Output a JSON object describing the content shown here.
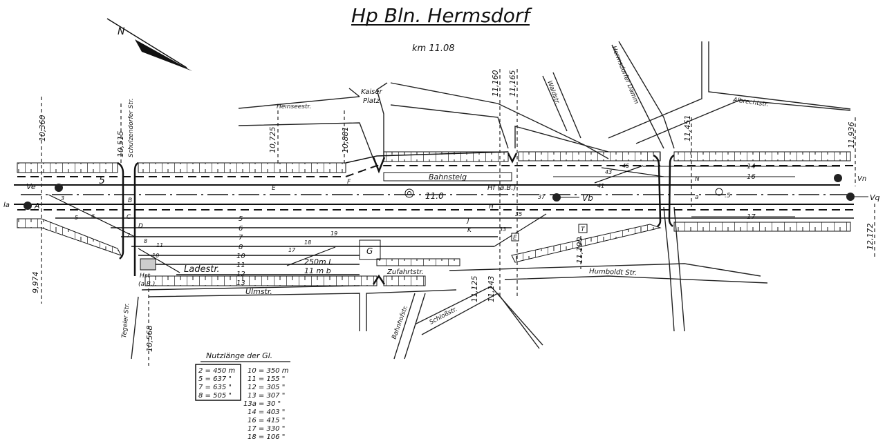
{
  "title": "Hp Bln. Hermsdorf",
  "km_label": "km 11.08",
  "north_arrow": "N",
  "streets": {
    "heinsee": "Heinseestr.",
    "kaiser": "Kaiser",
    "platz": "Platz",
    "waldstr": "Waldstr.",
    "hermsdorfer_damm": "Hermsdorfer Damm",
    "albrecht": "Albrechtstr.",
    "schulzendorfer": "Schulzendorfer Str.",
    "tegeler": "Tegeler Str.",
    "ulm": "Ulmstr.",
    "lade": "Ladestr.",
    "zufahrt": "Zufahrtstr.",
    "bahnhof": "Bahnhofstr.",
    "schloss": "Schloßstr.",
    "humboldt": "Humboldt Str."
  },
  "km_marks": {
    "k10360": "10,360",
    "k10515": "10,515",
    "k9974": "9,974",
    "k10568": "10,568",
    "k10725": "10,725",
    "k10881": "10,881",
    "k11160": "11,160",
    "k11165": "11,165",
    "k11125": "11,125",
    "k11143": "11,143",
    "k11190": "11,190",
    "k11451": "11,451",
    "k11936": "11,936",
    "k12172": "12,172"
  },
  "platform": "Bahnsteig",
  "station_km": "11.0",
  "hst": "Hst",
  "hst_sub": "(a.B.)",
  "hf": "Hf (a.B.)",
  "goods_shed": "G",
  "loading_road": {
    "length": "250m  L",
    "width": "11 m  b"
  },
  "signals": {
    "ve": "Ve",
    "a": "A",
    "vb": "Vb",
    "vn": "Vn",
    "vq": "Vq",
    "la": "la"
  },
  "letters": {
    "B": "B",
    "C": "C",
    "D": "D",
    "E": "E",
    "E2": "E",
    "F": "F",
    "H": "H",
    "J": "J",
    "K": "K",
    "N": "N",
    "a": "a",
    "T": "T",
    "five": "5",
    "s5": ".5"
  },
  "tracks": {
    "t5": "5",
    "t6": "6",
    "t7": "7",
    "t8": "8",
    "t10": "10",
    "t11": "11",
    "t12": "12",
    "t13": "13",
    "t14": "14",
    "t16": "16",
    "t17": "17"
  },
  "switches": {
    "s3": "3",
    "s5": "5",
    "s6": "6",
    "s7": "7",
    "s8": "8",
    "s10": "10",
    "s11": "11",
    "s17": "17",
    "s18": "18",
    "s19": "19",
    "s33": "33",
    "s35": "35",
    "s37": "37",
    "s41": "41",
    "s43": "43",
    "s45": "45"
  },
  "legend": {
    "title": "Nutzlänge der Gl.",
    "boxed": [
      "2 = 450 m",
      "5 = 637 \"",
      "7 = 635 \"",
      "8 = 505 \""
    ],
    "rest": [
      "10 = 350 m",
      "11 = 155 \"",
      "12 = 305 \"",
      "13 = 307 \"",
      "13a = 30 \"",
      "14 = 403 \"",
      "16 = 415 \"",
      "17 = 330 \"",
      "18 = 106 \""
    ]
  }
}
